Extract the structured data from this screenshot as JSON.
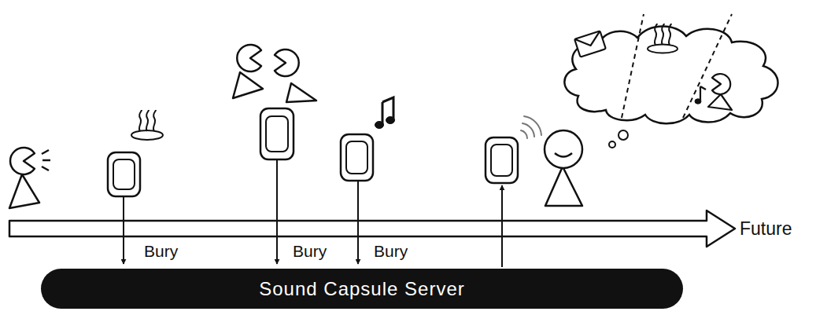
{
  "diagram": {
    "nodes": [
      {
        "text": [
          "Sound Capsule Server"
        ]
      }
    ],
    "labels": [
      "Bury",
      "Bury",
      "Bury",
      "Future"
    ]
  }
}
